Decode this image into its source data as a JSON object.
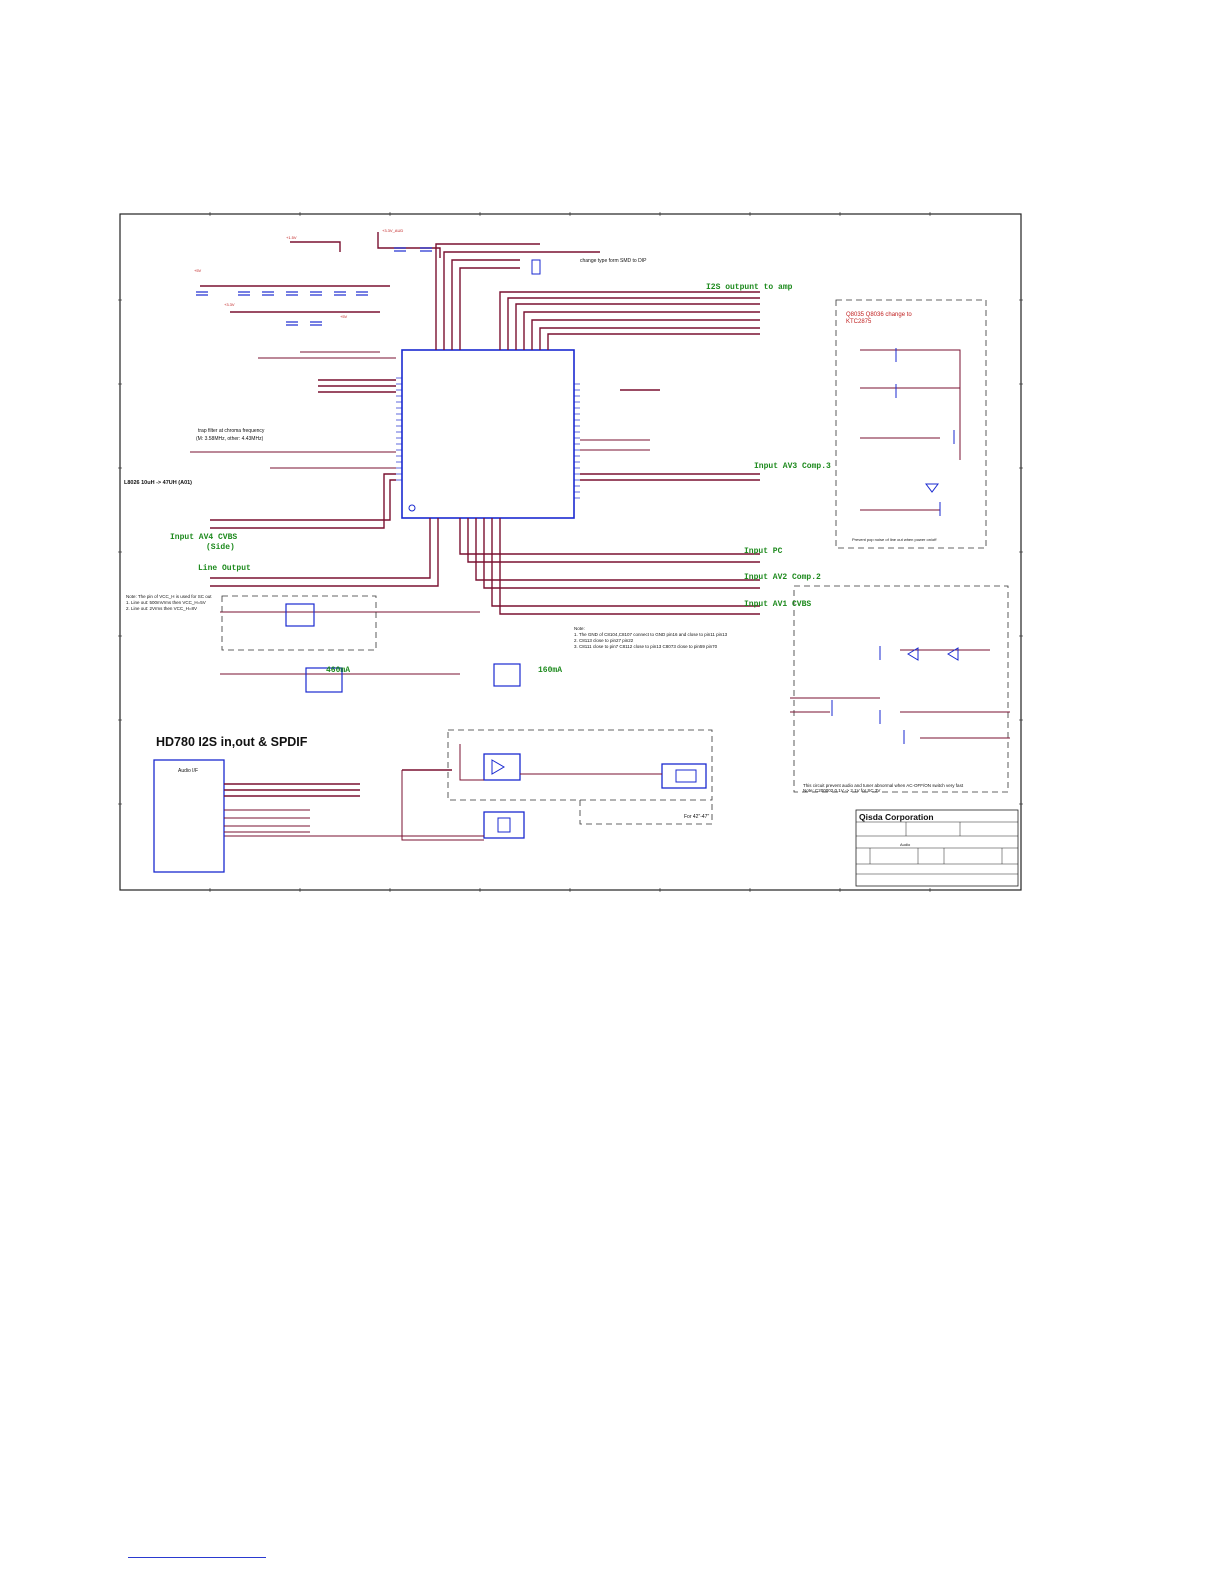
{
  "sheet_title": "HD780 I2S in,out & SPDIF",
  "labels": {
    "i2s_out": "I2S outpunt to amp",
    "input_av3": "Input AV3 Comp.3",
    "input_av4": "Input AV4 CVBS",
    "input_av4_sub": "(Side)",
    "line_output": "Line Output",
    "input_pc": "Input PC",
    "input_av2": "Input AV2 Comp.2",
    "input_av1": "Input AV1 CVBS"
  },
  "notes": {
    "smd_dip": "change type form SMD to DIP",
    "trap_filter_1": "trap filter at chroma frequency",
    "trap_filter_2": "(M: 3.58MHz, other: 4.43MHz)",
    "inductor_change": "L8026 10uH -> 47UH (A01)",
    "vcc_note_1": "Note: The pin of VCC_H is used for SC out",
    "vcc_note_2": "1. Line out: 500mVrms then VCC_H=5V",
    "vcc_note_3": "2. Line out: 2Vrms then VCC_H=8V",
    "gnd_note_1": "Note:",
    "gnd_note_2": "1. The GND of C8104,C8107 connect to GND pin16 and close to pin11 pin13",
    "gnd_note_3": "2. C8113 close to pin27 pin22",
    "gnd_note_4": "3. C8111 close to pin7 C8112 close to pin13 C8073 close to pin59 pin70",
    "q_change_1": "Q8035 Q8036 change to",
    "q_change_2": "KTC2875",
    "pop_noise": "Prevent pop noise of line out when power on/off",
    "ac_off_1": "This circuit prevent audio and tuner abnormal when AC-OFF/ON switch very fast",
    "ac_off_2": "Note: C200002 0.1V -> 2.1V for SC 3V",
    "current_1": "460mA",
    "current_2": "160mA",
    "audio_if": "Audio I/F",
    "for_size": "For 42\"-47\""
  },
  "title_block": {
    "company": "Qisda Corporation",
    "sheet_name": "Audio"
  }
}
